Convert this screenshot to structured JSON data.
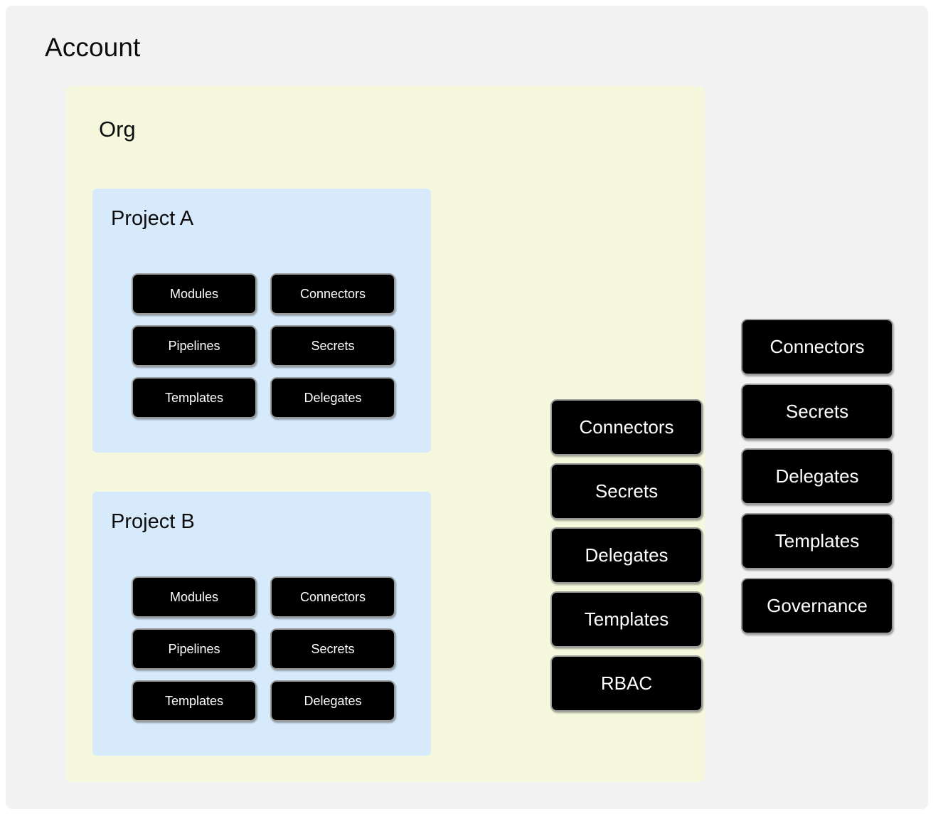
{
  "diagram": {
    "title": "Account",
    "background_color": "#f2f2f2",
    "page_color": "#ffffff"
  },
  "account": {
    "label": "Account",
    "org": {
      "label": "Org",
      "color": "#f5f8dd",
      "projects": [
        {
          "label": "Project A",
          "color": "#d7eafb",
          "resources": [
            "Modules",
            "Connectors",
            "Pipelines",
            "Secrets",
            "Templates",
            "Delegates"
          ]
        },
        {
          "label": "Project B",
          "color": "#d7eafb",
          "resources": [
            "Modules",
            "Connectors",
            "Pipelines",
            "Secrets",
            "Templates",
            "Delegates"
          ]
        }
      ],
      "org_resources": [
        "Connectors",
        "Secrets",
        "Delegates",
        "Templates",
        "RBAC"
      ]
    },
    "account_resources": [
      "Connectors",
      "Secrets",
      "Delegates",
      "Templates",
      "Governance"
    ]
  },
  "style": {
    "node_fill": "#000000",
    "node_text": "#ffffff",
    "node_border": "#9a9a9a"
  }
}
